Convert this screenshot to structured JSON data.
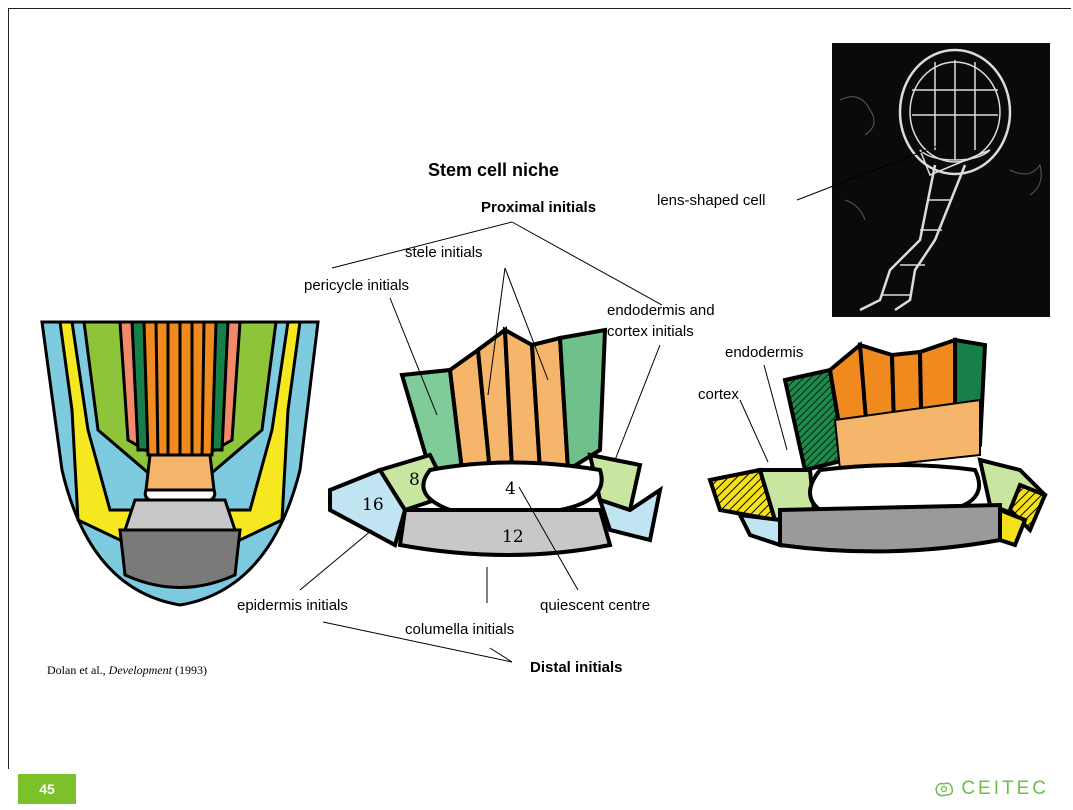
{
  "title": "Stem cell niche",
  "proximal": "Proximal initials",
  "distal": "Distal initials",
  "labels": {
    "stele": "stele initials",
    "pericycle": "pericycle initials",
    "endo_cortex_1": "endodermis and",
    "endo_cortex_2": "cortex initials",
    "endodermis": "endodermis",
    "cortex": "cortex",
    "lens": "lens-shaped cell",
    "epidermis": "epidermis initials",
    "columella": "columella initials",
    "quiescent": "quiescent centre"
  },
  "cell_numbers": {
    "n8": "8",
    "n4": "4",
    "n16": "16",
    "n12": "12"
  },
  "citation": {
    "author": "Dolan et al., ",
    "journal": "Development",
    "year": " (1993)"
  },
  "page_number": "45",
  "logo": "CEITEC",
  "colors": {
    "accent": "#7cc02a",
    "logo": "#6cc04a"
  }
}
